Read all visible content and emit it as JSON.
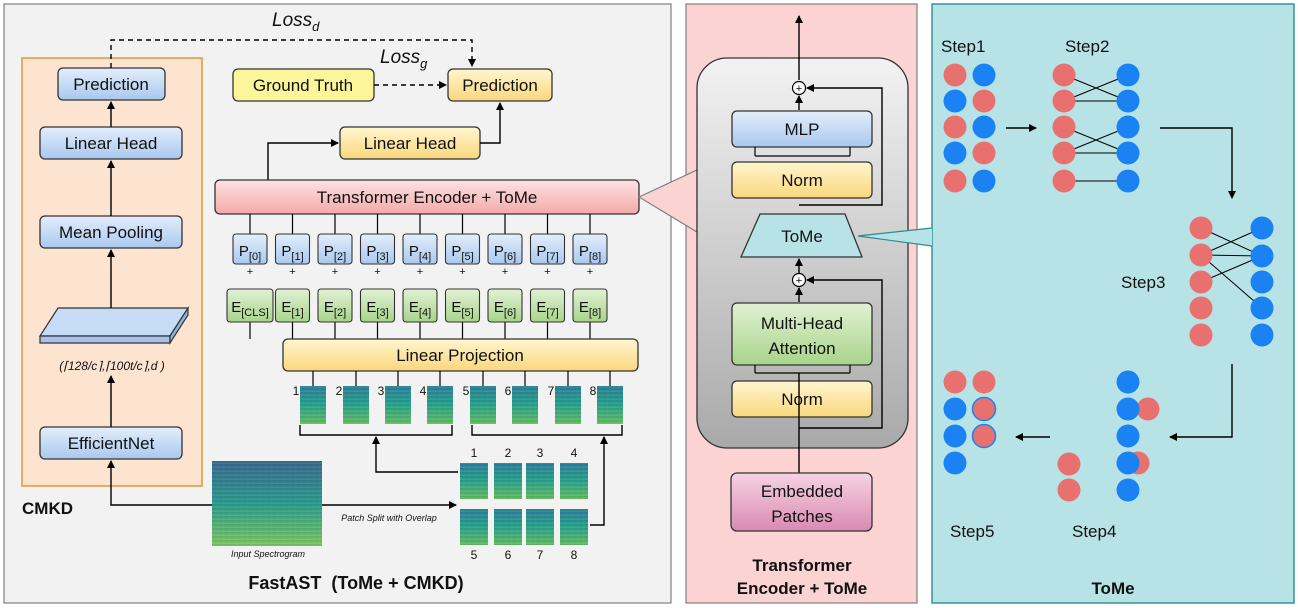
{
  "fastast": {
    "caption": "FastAST  (ToMe + CMKD)",
    "loss_d_main": "Loss",
    "loss_d_sub": "d",
    "loss_g_main": "Loss",
    "loss_g_sub": "g",
    "ground_truth": "Ground Truth",
    "prediction": "Prediction",
    "linear_head": "Linear Head",
    "transformer_encoder": "Transformer Encoder + ToMe",
    "linear_projection": "Linear Projection",
    "position_tokens": [
      "[0]",
      "[1]",
      "[2]",
      "[3]",
      "[4]",
      "[5]",
      "[6]",
      "[7]",
      "[8]"
    ],
    "embed_tokens": [
      "[CLS]",
      "[1]",
      "[2]",
      "[3]",
      "[4]",
      "[5]",
      "[6]",
      "[7]",
      "[8]"
    ],
    "p_letter": "P",
    "e_letter": "E",
    "patch_numbers": [
      "1",
      "2",
      "3",
      "4",
      "5",
      "6",
      "7",
      "8"
    ],
    "input_spectrogram": "Input Spectrogram",
    "patch_split": "Patch Split with Overlap"
  },
  "cmkd": {
    "label": "CMKD",
    "prediction": "Prediction",
    "linear_head": "Linear Head",
    "mean_pooling": "Mean Pooling",
    "tensor_label": "(⌈128/c⌉,⌈100t/c⌉,d )",
    "efficientnet": "EfficientNet"
  },
  "encoder_panel": {
    "caption_line1": "Transformer",
    "caption_line2": "Encoder + ToMe",
    "mlp": "MLP",
    "norm_top": "Norm",
    "tome": "ToMe",
    "mha_line1": "Multi-Head",
    "mha_line2": "Attention",
    "norm_bottom": "Norm",
    "embedded_line1": "Embedded",
    "embedded_line2": "Patches",
    "plus": "+"
  },
  "tome_panel": {
    "caption": "ToMe",
    "steps": [
      "Step1",
      "Step2",
      "Step3",
      "Step4",
      "Step5"
    ]
  },
  "colors": {
    "red_token": "#e8706e",
    "blue_token": "#1a82f2",
    "blue_box": "#cfe2f7",
    "yellow_box": "#ffe9a6",
    "green_box": "#c9e4b4",
    "pink_box": "#f7c9c9",
    "panel_pink": "#fbd3d3",
    "panel_teal": "#b8e3e6",
    "cmkd_bg": "#fde4d0"
  }
}
